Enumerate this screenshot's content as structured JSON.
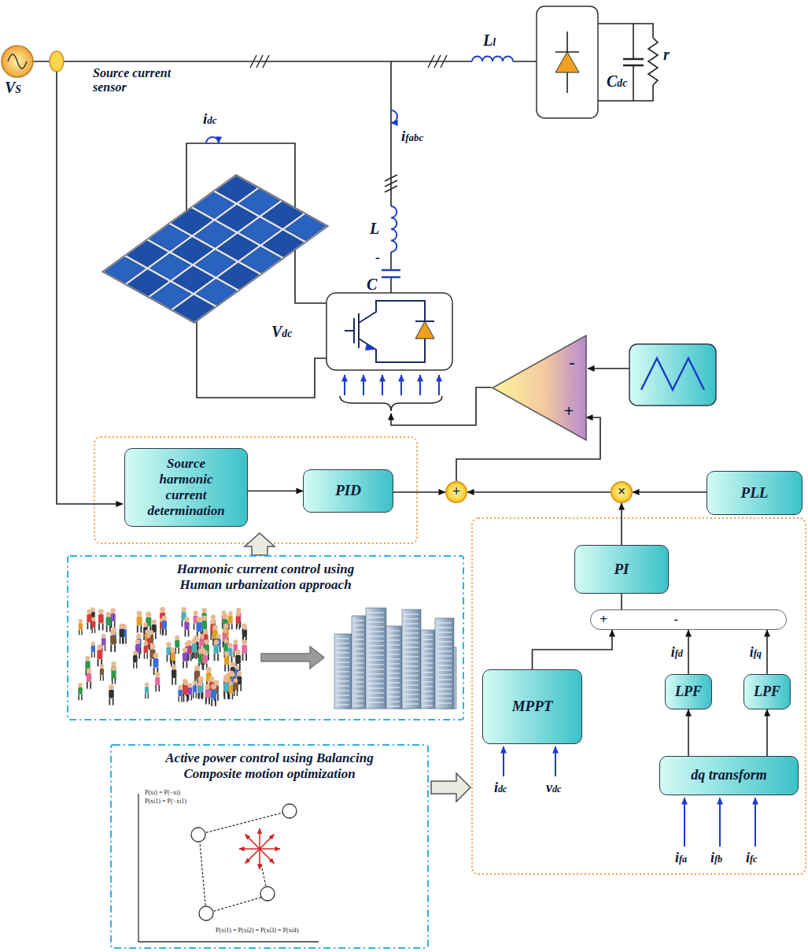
{
  "diagram": {
    "nodes": [
      {
        "text": [
          "-",
          "+"
        ]
      },
      {
        "text": [
          "Source harmonic current determination"
        ]
      },
      {
        "text": [
          "PID"
        ]
      },
      {
        "text": [
          "+"
        ]
      },
      {
        "text": [
          "×"
        ]
      },
      {
        "text": [
          "PLL"
        ]
      },
      {
        "text": [
          "PI"
        ]
      },
      {
        "text": [
          "+",
          "-"
        ]
      },
      {
        "text": [
          "MPPT"
        ]
      },
      {
        "text": [
          "LPF"
        ]
      },
      {
        "text": [
          "LPF"
        ]
      },
      {
        "text": [
          "dq transform"
        ]
      },
      {
        "text": [
          "Harmonic current control using Human urbanization approach"
        ]
      },
      {
        "text": [
          "Active power control using Balancing Composite motion optimization"
        ]
      }
    ],
    "edges": [
      {
        "from": 1,
        "to": 2,
        "arrow": "to"
      },
      {
        "from": 2,
        "to": 3,
        "arrow": "to"
      },
      {
        "from": 4,
        "to": 3,
        "arrow": "to"
      },
      {
        "from": 5,
        "to": 4,
        "arrow": "to"
      },
      {
        "from": 6,
        "to": 4,
        "arrow": "to"
      },
      {
        "from": 3,
        "to": 0,
        "arrow": "to"
      },
      {
        "from": 7,
        "to": 6,
        "arrow": "none"
      },
      {
        "from": 8,
        "to": 7,
        "arrow": "to"
      },
      {
        "from": 9,
        "to": 7,
        "label": "ifd",
        "arrow": "to"
      },
      {
        "from": 10,
        "to": 7,
        "label": "ifq",
        "arrow": "to"
      },
      {
        "from": 11,
        "to": 9,
        "arrow": "to"
      },
      {
        "from": 11,
        "to": 10,
        "arrow": "to"
      }
    ],
    "labels": [
      "VS",
      "Source current sensor",
      "Ll",
      "r",
      "Cdc",
      "idc",
      "ifabc",
      "L",
      "-",
      "C",
      "Vdc",
      "idc",
      "vdc",
      "ifa",
      "ifb",
      "ifc",
      "P(xi) = P(−xi)",
      "P(xi1) = P(−xi1)",
      "P(xi1) = P(xi2) = P(xi3) = P(xi4)"
    ]
  }
}
